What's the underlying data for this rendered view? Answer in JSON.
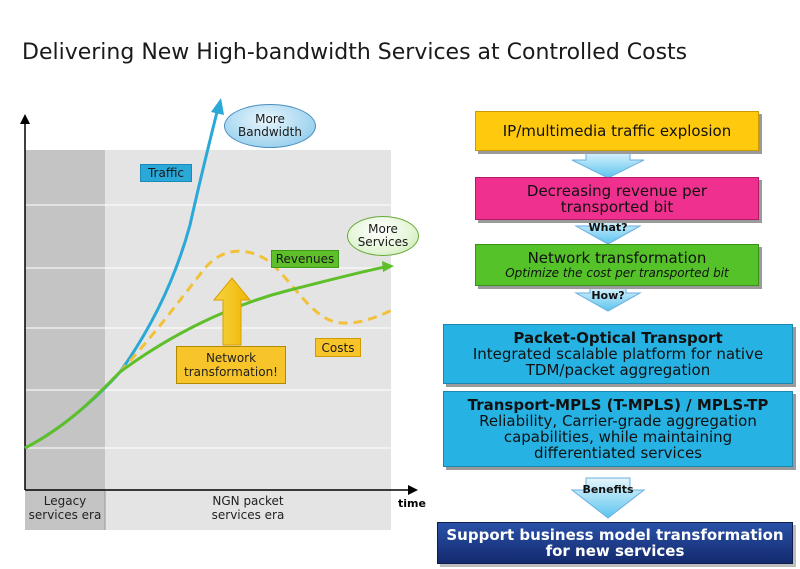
{
  "title": "Delivering New High-bandwidth Services at Controlled Costs",
  "chart": {
    "time_label": "time",
    "eras": {
      "legacy": [
        "Legacy",
        "services era"
      ],
      "ngn": [
        "NGN packet",
        "services era"
      ]
    },
    "labels": {
      "traffic": "Traffic",
      "revenues": "Revenues",
      "costs": "Costs",
      "network_transformation": [
        "Network",
        "transformation!"
      ],
      "more_bandwidth": [
        "More",
        "Bandwidth"
      ],
      "more_services": [
        "More",
        "Services"
      ]
    },
    "colors": {
      "traffic": "#2aa8d8",
      "revenues": "#5fbf2a",
      "costs": "#f2c13a",
      "arrow": "#f4c324",
      "legacy_bg": "#c4c4c4",
      "ngn_bg": "#e4e4e4"
    }
  },
  "flow": {
    "steps": [
      {
        "lines": [
          "IP/multimedia traffic explosion"
        ],
        "color": "#ffc90e"
      },
      {
        "lines": [
          "Decreasing revenue per",
          "transported bit"
        ],
        "color": "#f0308e"
      },
      {
        "lines": [
          "Network transformation"
        ],
        "sub": "Optimize the cost per transported bit",
        "color": "#55c22a"
      },
      {
        "lines": [
          "Packet-Optical Transport",
          "Integrated scalable platform for native",
          "TDM/packet aggregation"
        ],
        "color": "#26b3e4"
      },
      {
        "lines": [
          "Transport-MPLS (T-MPLS) / MPLS-TP",
          "Reliability, Carrier-grade aggregation",
          "capabilities, while maintaining",
          "differentiated services"
        ],
        "color": "#26b3e4"
      },
      {
        "lines": [
          "Support business model transformation",
          "for new services"
        ],
        "color": "#1a3a8a"
      }
    ],
    "arrows": [
      "",
      "What?",
      "How?",
      "",
      "Benefits"
    ]
  }
}
